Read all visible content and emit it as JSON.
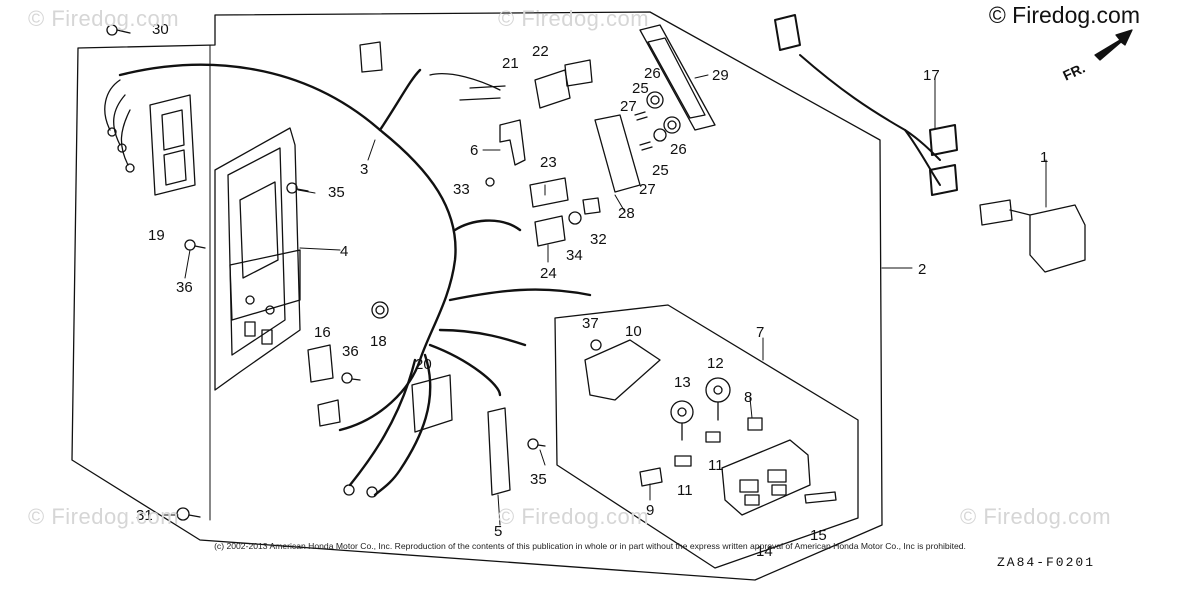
{
  "brand": "© Firedog.com",
  "watermark_text": "© Firedog.com",
  "copyright": "(c) 2002-2013 American Honda Motor Co., Inc. Reproduction of the contents of this publication in whole or in part without the express written approval of American Honda Motor Co., Inc is prohibited.",
  "diagram_code": "ZA84-F0201",
  "direction_label": "FR.",
  "callouts": {
    "p1": "1",
    "p2": "2",
    "p3": "3",
    "p4": "4",
    "p5": "5",
    "p6": "6",
    "p7": "7",
    "p8": "8",
    "p9": "9",
    "p10": "10",
    "p11a": "11",
    "p11b": "11",
    "p12": "12",
    "p13": "13",
    "p14": "14",
    "p15": "15",
    "p16": "16",
    "p17": "17",
    "p18": "18",
    "p19": "19",
    "p20": "20",
    "p21": "21",
    "p22": "22",
    "p23": "23",
    "p24": "24",
    "p25a": "25",
    "p25b": "25",
    "p26a": "26",
    "p26b": "26",
    "p27a": "27",
    "p27b": "27",
    "p28": "28",
    "p29": "29",
    "p30": "30",
    "p31": "31",
    "p32": "32",
    "p33": "33",
    "p34": "34",
    "p35a": "35",
    "p35b": "35",
    "p36a": "36",
    "p36b": "36",
    "p37": "37"
  }
}
